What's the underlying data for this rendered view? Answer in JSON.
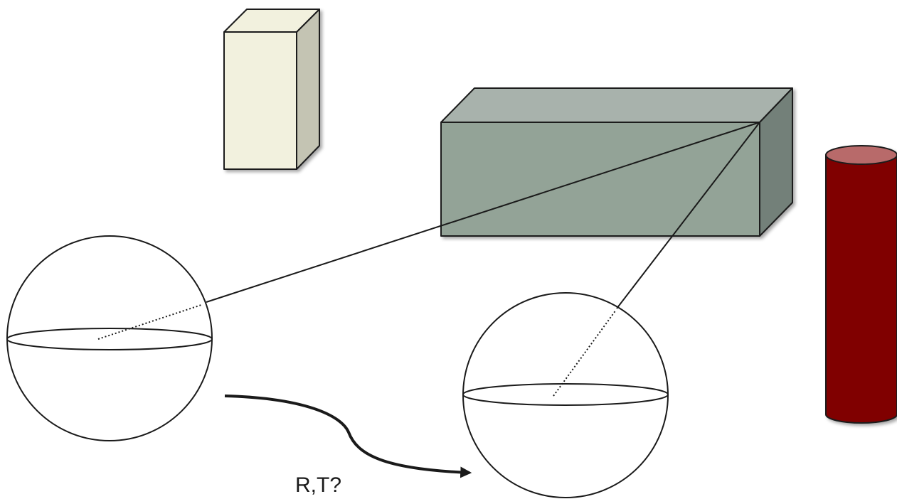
{
  "diagram": {
    "motion_label": "R,T?"
  },
  "colors": {
    "pillar_front": "#F2F1DE",
    "pillar_side": "#C4C4B3",
    "pillar_top": "#F2F1DE",
    "box_front": "#93A397",
    "box_top": "#A8B2AC",
    "box_side": "#738079",
    "cylinder_body": "#800000",
    "cylinder_top": "#B86A6A",
    "line": "#1A1A1A",
    "background": "#FFFFFF"
  },
  "objects": [
    "cream-pillar",
    "gray-box",
    "red-cylinder",
    "left-camera-sphere",
    "right-camera-sphere"
  ]
}
